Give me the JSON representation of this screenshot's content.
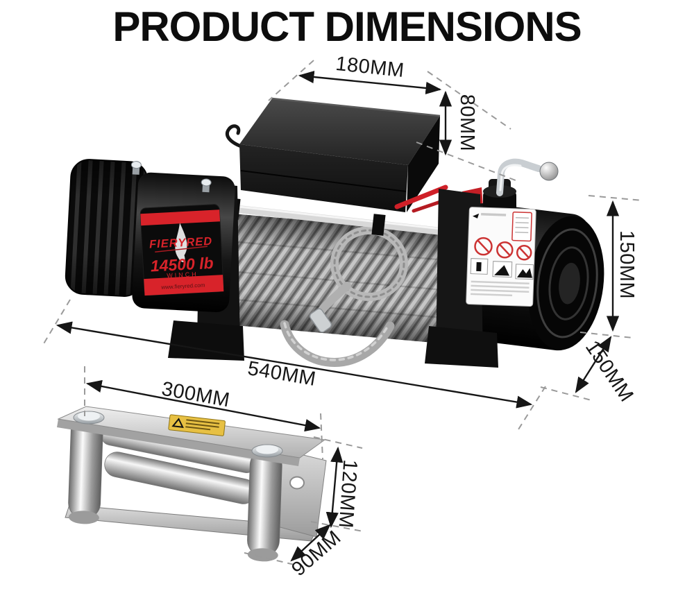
{
  "title": "PRODUCT DIMENSIONS",
  "winch": {
    "label": {
      "brand": "FIERYRED",
      "capacity": "14500 lb",
      "product_type": "WINCH",
      "website": "www.fieryred.com"
    }
  },
  "dimensions": {
    "control_box_width": "180MM",
    "control_box_height": "80MM",
    "winch_height": "150MM",
    "winch_length": "540MM",
    "winch_depth": "150MM",
    "fairlead_width": "300MM",
    "fairlead_height": "120MM",
    "fairlead_depth": "90MM"
  },
  "colors": {
    "background": "#ffffff",
    "title_text": "#0d0d0d",
    "dimension_line": "#1a1a1a",
    "guide_dash": "#9a9a9a",
    "brand_red": "#d8232a",
    "sticker_yellow": "#e7c043"
  }
}
